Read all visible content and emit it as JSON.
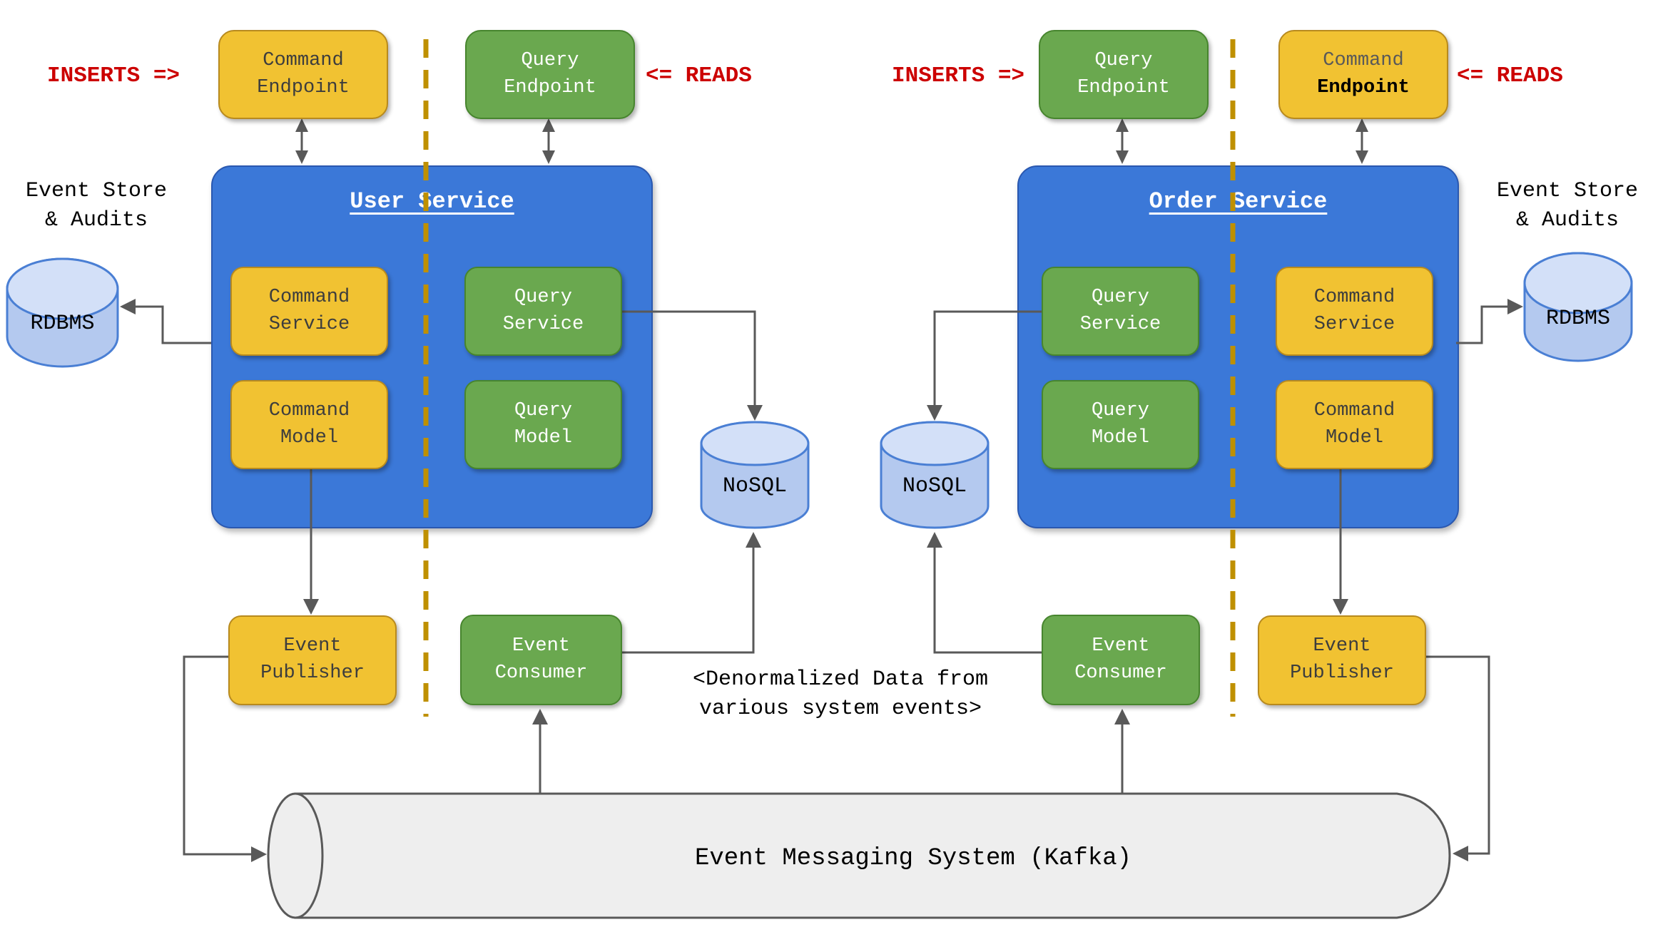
{
  "colors": {
    "yellow_fill": "#f1c232",
    "yellow_border": "#b88a1e",
    "green_fill": "#6aa84f",
    "green_border": "#47852e",
    "blue_fill": "#3b78d8",
    "blue_border": "#2a58b0",
    "cylinder_fill": "#b4c9ef",
    "cylinder_top_fill": "#d3e0f8",
    "cylinder_border": "#4a7fd4",
    "pipe_fill": "#eeeeee",
    "connector": "#595959",
    "red_text": "#cc0000",
    "dashed_line": "#bf9000"
  },
  "annotations": {
    "inserts_left": "INSERTS =>",
    "reads_left": "<= READS",
    "inserts_right": "INSERTS =>",
    "reads_right": "<= READS",
    "event_store_left": [
      "Event Store",
      "& Audits"
    ],
    "event_store_right": [
      "Event Store",
      "& Audits"
    ],
    "denormalized": [
      "<Denormalized Data from",
      "various system events>"
    ]
  },
  "user_service": {
    "title": "User Service",
    "command_endpoint": "Command\nEndpoint",
    "query_endpoint": "Query\nEndpoint",
    "command_service": "Command\nService",
    "query_service": "Query\nService",
    "command_model": "Command\nModel",
    "query_model": "Query\nModel",
    "event_publisher": "Event\nPublisher",
    "event_consumer": "Event\nConsumer",
    "rdbms": "RDBMS",
    "nosql": "NoSQL"
  },
  "order_service": {
    "title": "Order Service",
    "query_endpoint": "Query\nEndpoint",
    "command_endpoint_line1": "Command",
    "command_endpoint_line2": "Endpoint",
    "query_service": "Query\nService",
    "command_service": "Command\nService",
    "query_model": "Query\nModel",
    "command_model": "Command\nModel",
    "event_consumer": "Event\nConsumer",
    "event_publisher": "Event\nPublisher",
    "rdbms": "RDBMS",
    "nosql": "NoSQL"
  },
  "kafka": {
    "label": "Event Messaging System (Kafka)"
  }
}
